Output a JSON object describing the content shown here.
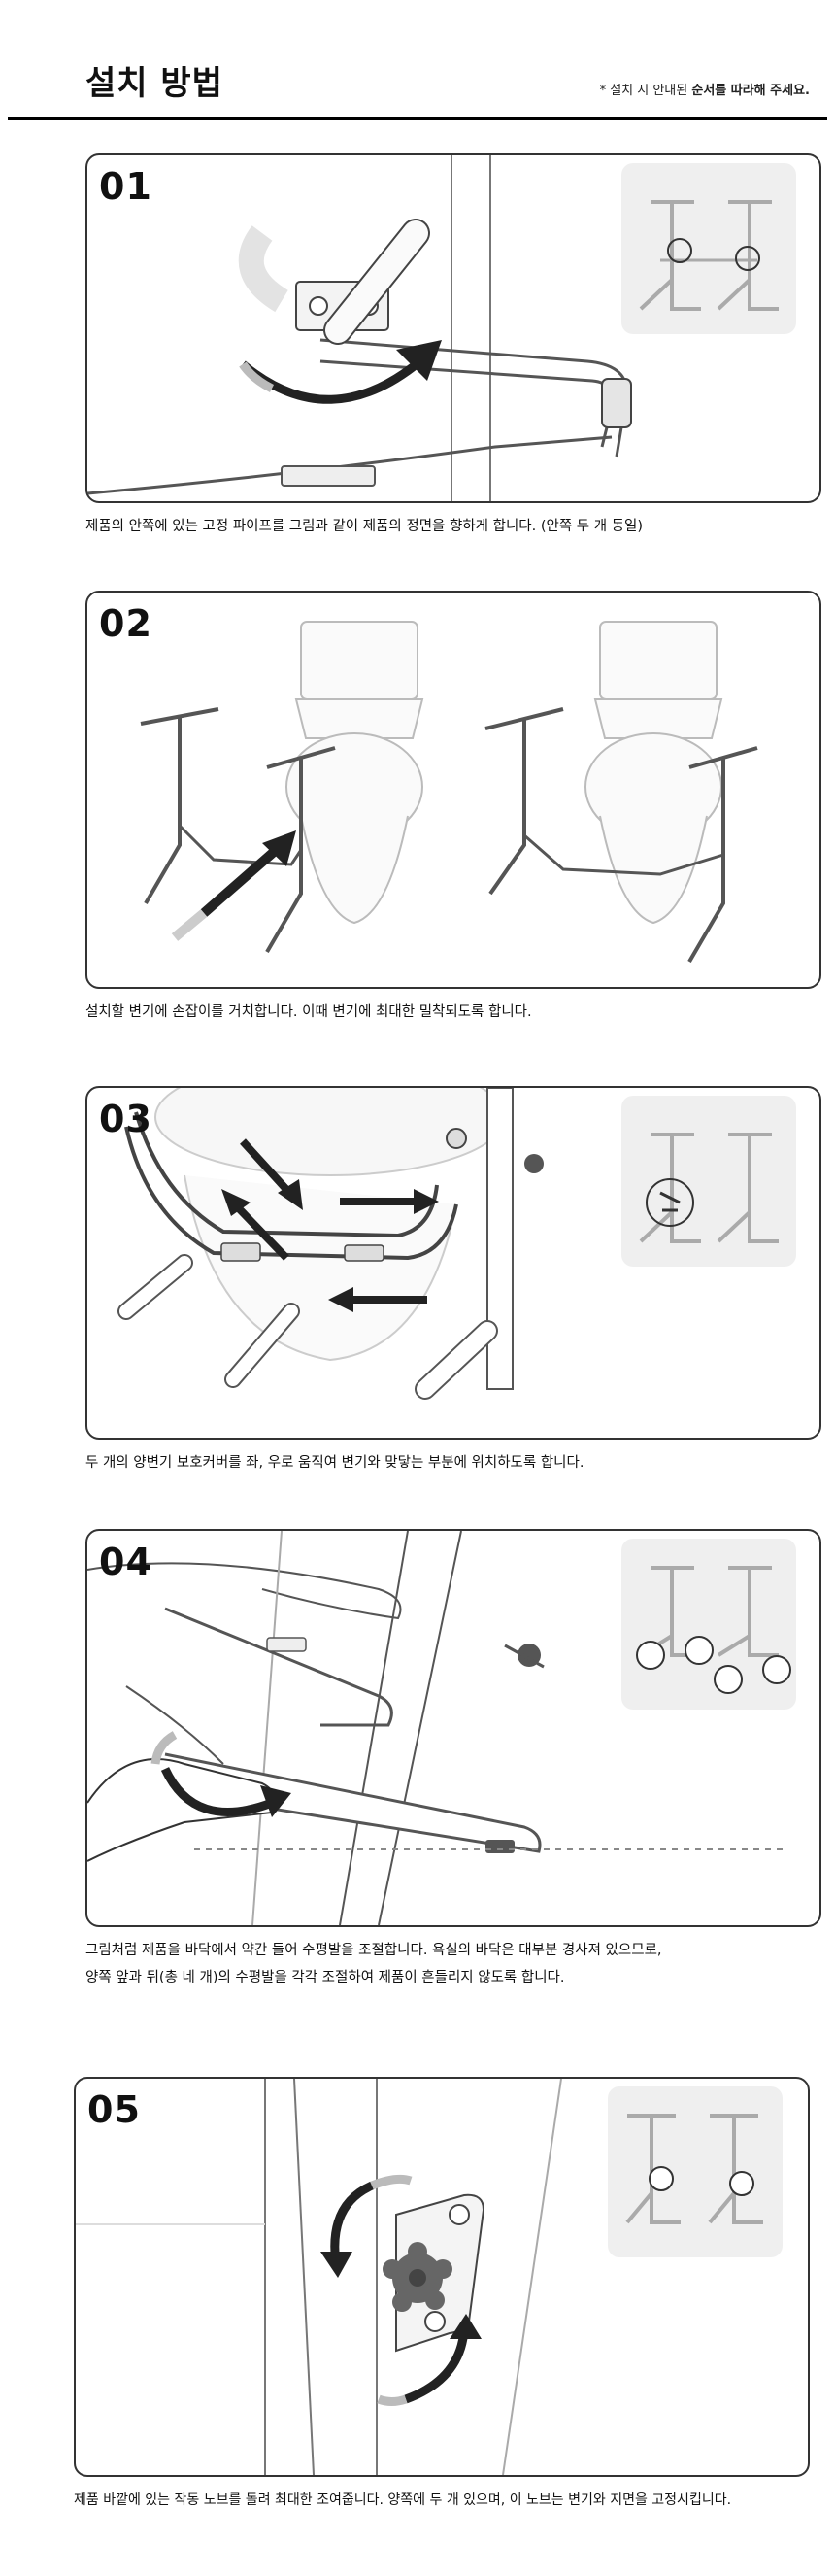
{
  "header": {
    "title": "설치 방법",
    "note_prefix": "* 설치 시 안내된 ",
    "note_emph": "순서를 따라해 주세요."
  },
  "steps": [
    {
      "number": "01",
      "caption": "제품의 안쪽에 있는 고정 파이프를 그림과 같이 제품의 정면을 향하게 합니다. (안쪽 두 개 동일)"
    },
    {
      "number": "02",
      "caption": "설치할 변기에 손잡이를 거치합니다. 이때 변기에 최대한 밀착되도록 합니다."
    },
    {
      "number": "03",
      "caption": "두 개의 양변기 보호커버를 좌, 우로 움직여 변기와 맞닿는 부분에 위치하도록 합니다."
    },
    {
      "number": "04",
      "caption_line1": "그림처럼 제품을 바닥에서 약간 들어 수평발을 조절합니다. 욕실의 바닥은 대부분 경사져 있으므로,",
      "caption_line2": "양쪽 앞과 뒤(총 네 개)의 수평발을 각각 조절하여 제품이 흔들리지 않도록 합니다."
    },
    {
      "number": "05",
      "caption": "제품 바깥에 있는 작동 노브를 돌려 최대한 조여줍니다. 양쪽에 두 개 있으며, 이 노브는 변기와 지면을 고정시킵니다."
    }
  ],
  "icons": [
    "curved-arrow-icon",
    "straight-arrow-icon",
    "knob-icon",
    "magnify-circle-icon"
  ]
}
